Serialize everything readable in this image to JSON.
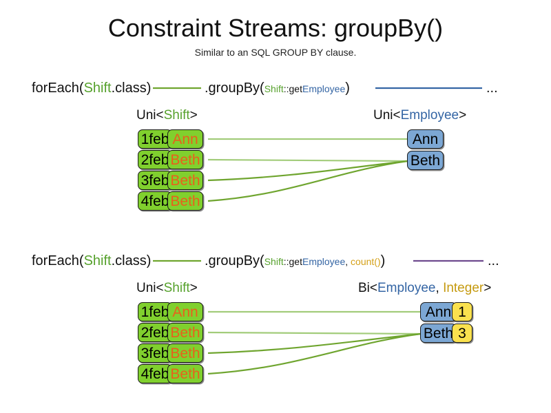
{
  "header": {
    "title": "Constraint Streams: groupBy()",
    "subtitle": "Similar to an SQL GROUP BY clause."
  },
  "colors": {
    "shift_green": "#56A12C",
    "employee_blue": "#3465A4",
    "count_gold": "#D4A017",
    "box_green": "#80D02E",
    "box_blue": "#7CA7D4",
    "box_yellow": "#FAE14E",
    "name_orange": "#E8601C",
    "link_green": "#76B043",
    "link_purple": "#6E4A8E"
  },
  "sections": [
    {
      "id": "groupby-key",
      "code": {
        "prefix": "forEach(",
        "shift": "Shift",
        "class_suffix": ".class)",
        "method": ".groupBy(",
        "arg_shift": "Shift",
        "arg_sep": "::get",
        "arg_employee": "Employee",
        "close": ")",
        "ellipsis": "..."
      },
      "left_label": {
        "prefix": "Uni<",
        "type": "Shift",
        "suffix": ">"
      },
      "right_label": {
        "prefix": "Uni<",
        "type": "Employee",
        "suffix": ">"
      },
      "shifts": [
        {
          "date": "1feb",
          "employee": "Ann"
        },
        {
          "date": "2feb",
          "employee": "Beth"
        },
        {
          "date": "3feb",
          "employee": "Beth"
        },
        {
          "date": "4feb",
          "employee": "Beth"
        }
      ],
      "groups": [
        {
          "employee": "Ann"
        },
        {
          "employee": "Beth"
        }
      ]
    },
    {
      "id": "groupby-key-count",
      "code": {
        "prefix": "forEach(",
        "shift": "Shift",
        "class_suffix": ".class)",
        "method": ".groupBy(",
        "arg_shift": "Shift",
        "arg_sep": "::get",
        "arg_employee": "Employee",
        "arg_comma": ", ",
        "arg_count": "count()",
        "close": ")",
        "ellipsis": "..."
      },
      "left_label": {
        "prefix": "Uni<",
        "type": "Shift",
        "suffix": ">"
      },
      "right_label": {
        "prefix": "Bi<",
        "type": "Employee",
        "comma": ", ",
        "type2": "Integer",
        "suffix": ">"
      },
      "shifts": [
        {
          "date": "1feb",
          "employee": "Ann"
        },
        {
          "date": "2feb",
          "employee": "Beth"
        },
        {
          "date": "3feb",
          "employee": "Beth"
        },
        {
          "date": "4feb",
          "employee": "Beth"
        }
      ],
      "groups": [
        {
          "employee": "Ann",
          "count": "1"
        },
        {
          "employee": "Beth",
          "count": "3"
        }
      ]
    }
  ]
}
